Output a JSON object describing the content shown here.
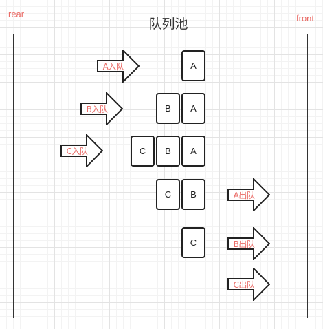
{
  "title": "队列池",
  "rear_label": "rear",
  "front_label": "front",
  "colors": {
    "label_red": "#ea6b66",
    "stroke": "#222222",
    "grid": "#e3e3e3"
  },
  "steps": [
    {
      "action": "A入队",
      "queue": [
        "A"
      ]
    },
    {
      "action": "B入队",
      "queue": [
        "B",
        "A"
      ]
    },
    {
      "action": "C入队",
      "queue": [
        "C",
        "B",
        "A"
      ]
    },
    {
      "action": "A出队",
      "queue": [
        "C",
        "B"
      ]
    },
    {
      "action": "B出队",
      "queue": [
        "C"
      ]
    },
    {
      "action": "C出队",
      "queue": []
    }
  ]
}
